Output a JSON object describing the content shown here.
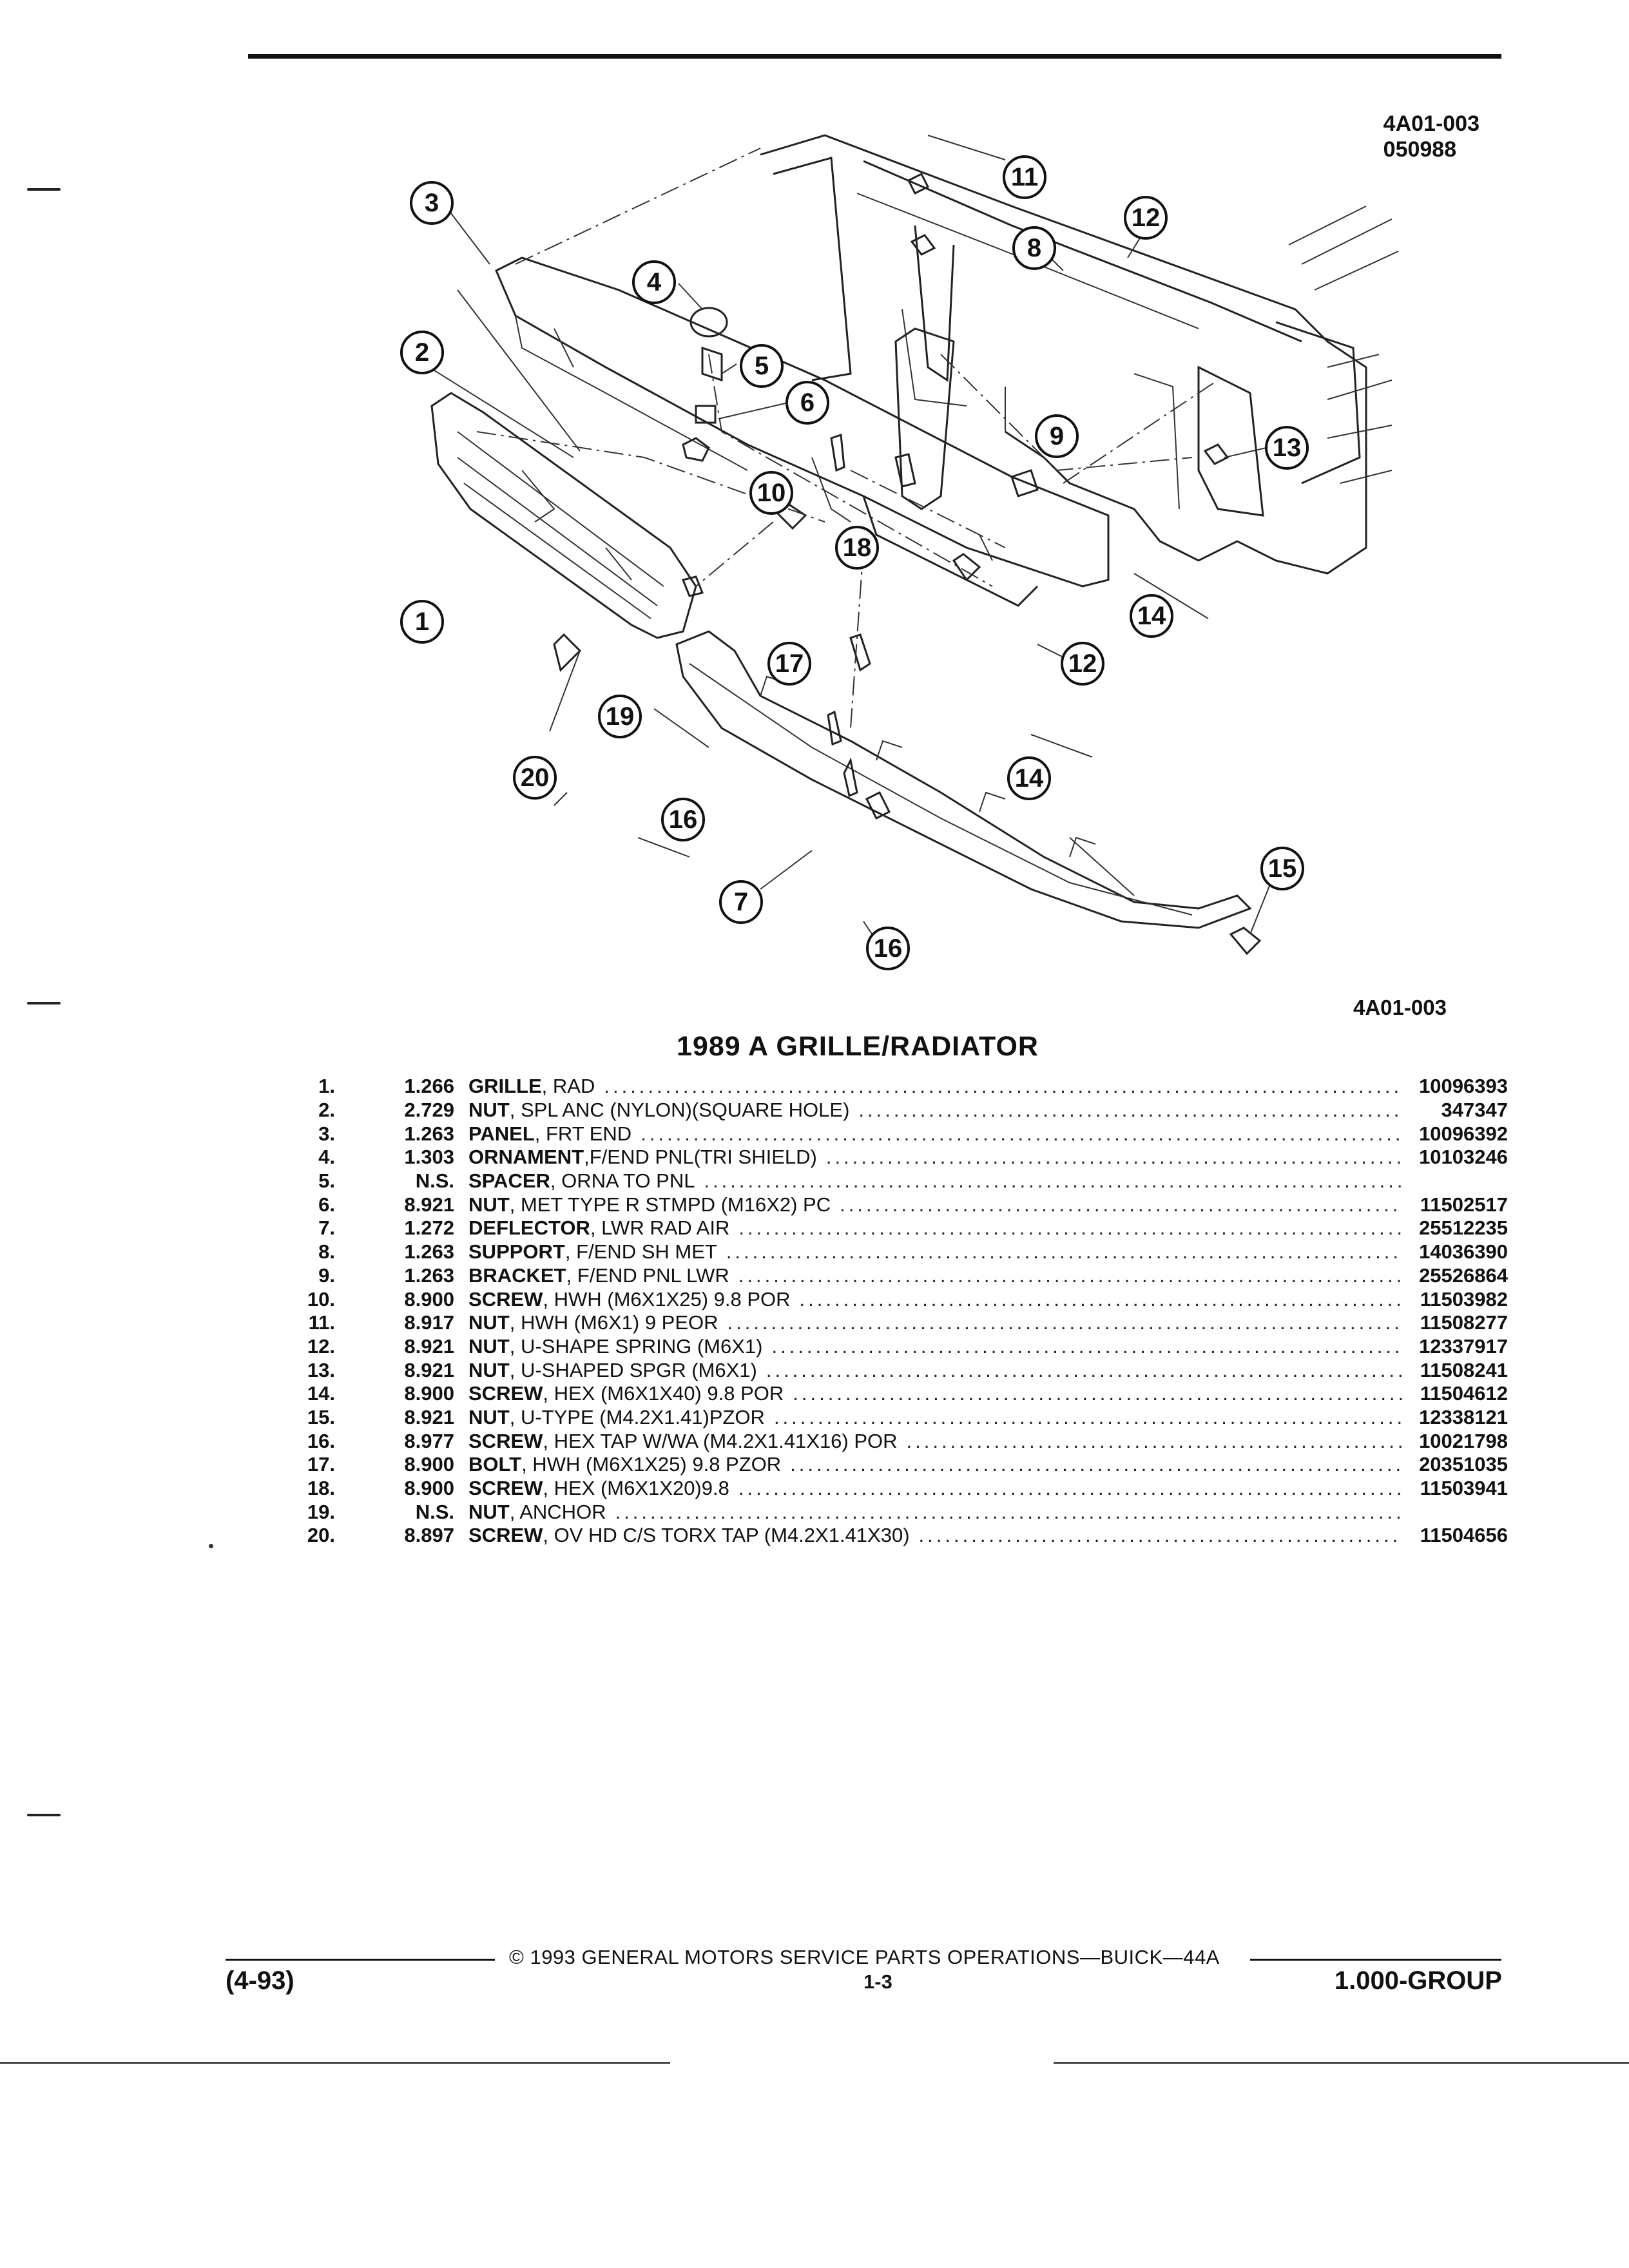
{
  "document": {
    "ref_code_lines": [
      "4A01-003",
      "050988"
    ],
    "figure_code": "4A01-003",
    "title": "1989 A GRILLE/RADIATOR"
  },
  "diagram": {
    "description_icon": "exploded-grille-radiator-diagram",
    "callouts": [
      "1",
      "2",
      "3",
      "4",
      "5",
      "6",
      "7",
      "8",
      "9",
      "10",
      "11",
      "12",
      "12",
      "13",
      "14",
      "14",
      "15",
      "16",
      "16",
      "17",
      "18",
      "19",
      "20"
    ]
  },
  "parts": [
    {
      "no": "1.",
      "group": "1.266",
      "name": "GRILLE",
      "rest": " , RAD",
      "part": "10096393"
    },
    {
      "no": "2.",
      "group": "2.729",
      "name": "NUT",
      "rest": " , SPL ANC (NYLON)(SQUARE HOLE)",
      "part": "347347"
    },
    {
      "no": "3.",
      "group": "1.263",
      "name": "PANEL",
      "rest": " , FRT END",
      "part": "10096392"
    },
    {
      "no": "4.",
      "group": "1.303",
      "name": "ORNAMENT",
      "rest": " ,F/END PNL(TRI SHIELD)",
      "part": "10103246"
    },
    {
      "no": "5.",
      "group": "N.S.",
      "name": "SPACER",
      "rest": " , ORNA TO PNL",
      "part": ""
    },
    {
      "no": "6.",
      "group": "8.921",
      "name": "NUT",
      "rest": " , MET TYPE R STMPD (M16X2) PC",
      "part": "11502517"
    },
    {
      "no": "7.",
      "group": "1.272",
      "name": "DEFLECTOR",
      "rest": " , LWR RAD AIR",
      "part": "25512235"
    },
    {
      "no": "8.",
      "group": "1.263",
      "name": "SUPPORT",
      "rest": " , F/END SH MET",
      "part": "14036390"
    },
    {
      "no": "9.",
      "group": "1.263",
      "name": "BRACKET",
      "rest": " , F/END PNL LWR",
      "part": "25526864"
    },
    {
      "no": "10.",
      "group": "8.900",
      "name": "SCREW",
      "rest": " , HWH (M6X1X25) 9.8 POR",
      "part": "11503982"
    },
    {
      "no": "11.",
      "group": "8.917",
      "name": "NUT",
      "rest": " , HWH (M6X1) 9 PEOR",
      "part": "11508277"
    },
    {
      "no": "12.",
      "group": "8.921",
      "name": "NUT",
      "rest": " , U-SHAPE SPRING (M6X1)",
      "part": "12337917"
    },
    {
      "no": "13.",
      "group": "8.921",
      "name": "NUT",
      "rest": " , U-SHAPED SPGR (M6X1)",
      "part": "11508241"
    },
    {
      "no": "14.",
      "group": "8.900",
      "name": "SCREW",
      "rest": " , HEX (M6X1X40) 9.8 POR",
      "part": "11504612"
    },
    {
      "no": "15.",
      "group": "8.921",
      "name": "NUT",
      "rest": " , U-TYPE (M4.2X1.41)PZOR",
      "part": "12338121"
    },
    {
      "no": "16.",
      "group": "8.977",
      "name": "SCREW",
      "rest": " , HEX TAP W/WA (M4.2X1.41X16) POR",
      "part": "10021798"
    },
    {
      "no": "17.",
      "group": "8.900",
      "name": "BOLT",
      "rest": " , HWH (M6X1X25) 9.8 PZOR",
      "part": "20351035"
    },
    {
      "no": "18.",
      "group": "8.900",
      "name": "SCREW",
      "rest": " , HEX (M6X1X20)9.8",
      "part": "11503941"
    },
    {
      "no": "19.",
      "group": "N.S.",
      "name": "NUT",
      "rest": " , ANCHOR",
      "part": ""
    },
    {
      "no": "20.",
      "group": "8.897",
      "name": "SCREW",
      "rest": " , OV HD C/S TORX TAP (M4.2X1.41X30)",
      "part": "11504656"
    }
  ],
  "footer": {
    "copyright": "© 1993 GENERAL MOTORS SERVICE PARTS OPERATIONS—BUICK—44A",
    "date": "(4-93)",
    "page": "1-3",
    "group": "1.000-GROUP"
  }
}
